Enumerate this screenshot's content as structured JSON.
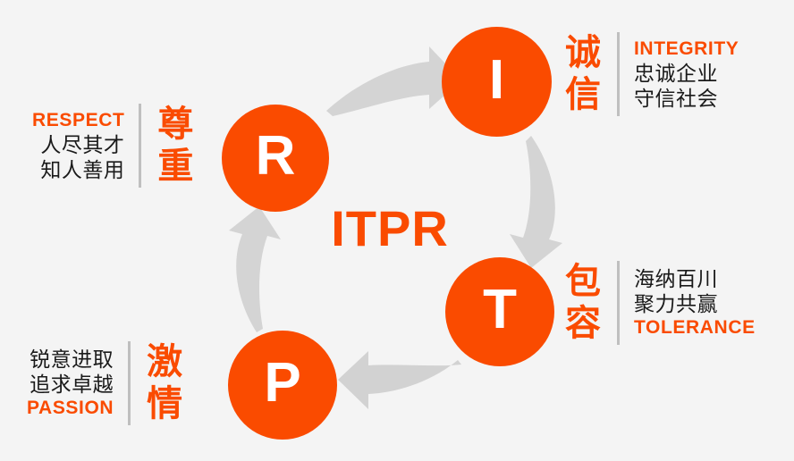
{
  "theme": {
    "background": "#f4f4f4",
    "accent_orange": "#fa4b00",
    "arrow_gray": "#d4d4d4",
    "divider_gray": "#bfbfbf",
    "text_dark": "#1a1a1a",
    "node_letter_color": "#ffffff"
  },
  "center": {
    "wordmark": "ITPR"
  },
  "nodes": {
    "r": "R",
    "i": "I",
    "t": "T",
    "p": "P"
  },
  "values": [
    {
      "key": "respect",
      "letter": "R",
      "english": "RESPECT",
      "chinese_title": "尊\n重",
      "lines": [
        "人尽其才",
        "知人善用"
      ],
      "position": "top-left"
    },
    {
      "key": "integrity",
      "letter": "I",
      "english": "INTEGRITY",
      "chinese_title": "诚\n信",
      "lines": [
        "忠诚企业",
        "守信社会"
      ],
      "position": "top-right"
    },
    {
      "key": "tolerance",
      "letter": "T",
      "english": "TOLERANCE",
      "chinese_title": "包\n容",
      "lines": [
        "海纳百川",
        "聚力共赢"
      ],
      "position": "bottom-right"
    },
    {
      "key": "passion",
      "letter": "P",
      "english": "PASSION",
      "chinese_title": "激\n情",
      "lines": [
        "锐意进取",
        "追求卓越"
      ],
      "position": "bottom-left"
    }
  ],
  "arrows": [
    {
      "name": "arrow-r-to-i",
      "direction": "right-up",
      "color": "#d4d4d4"
    },
    {
      "name": "arrow-i-to-t",
      "direction": "down",
      "color": "#d4d4d4"
    },
    {
      "name": "arrow-t-to-p",
      "direction": "left",
      "color": "#d2d2d2"
    },
    {
      "name": "arrow-p-to-r",
      "direction": "up",
      "color": "#d4d4d4"
    }
  ]
}
